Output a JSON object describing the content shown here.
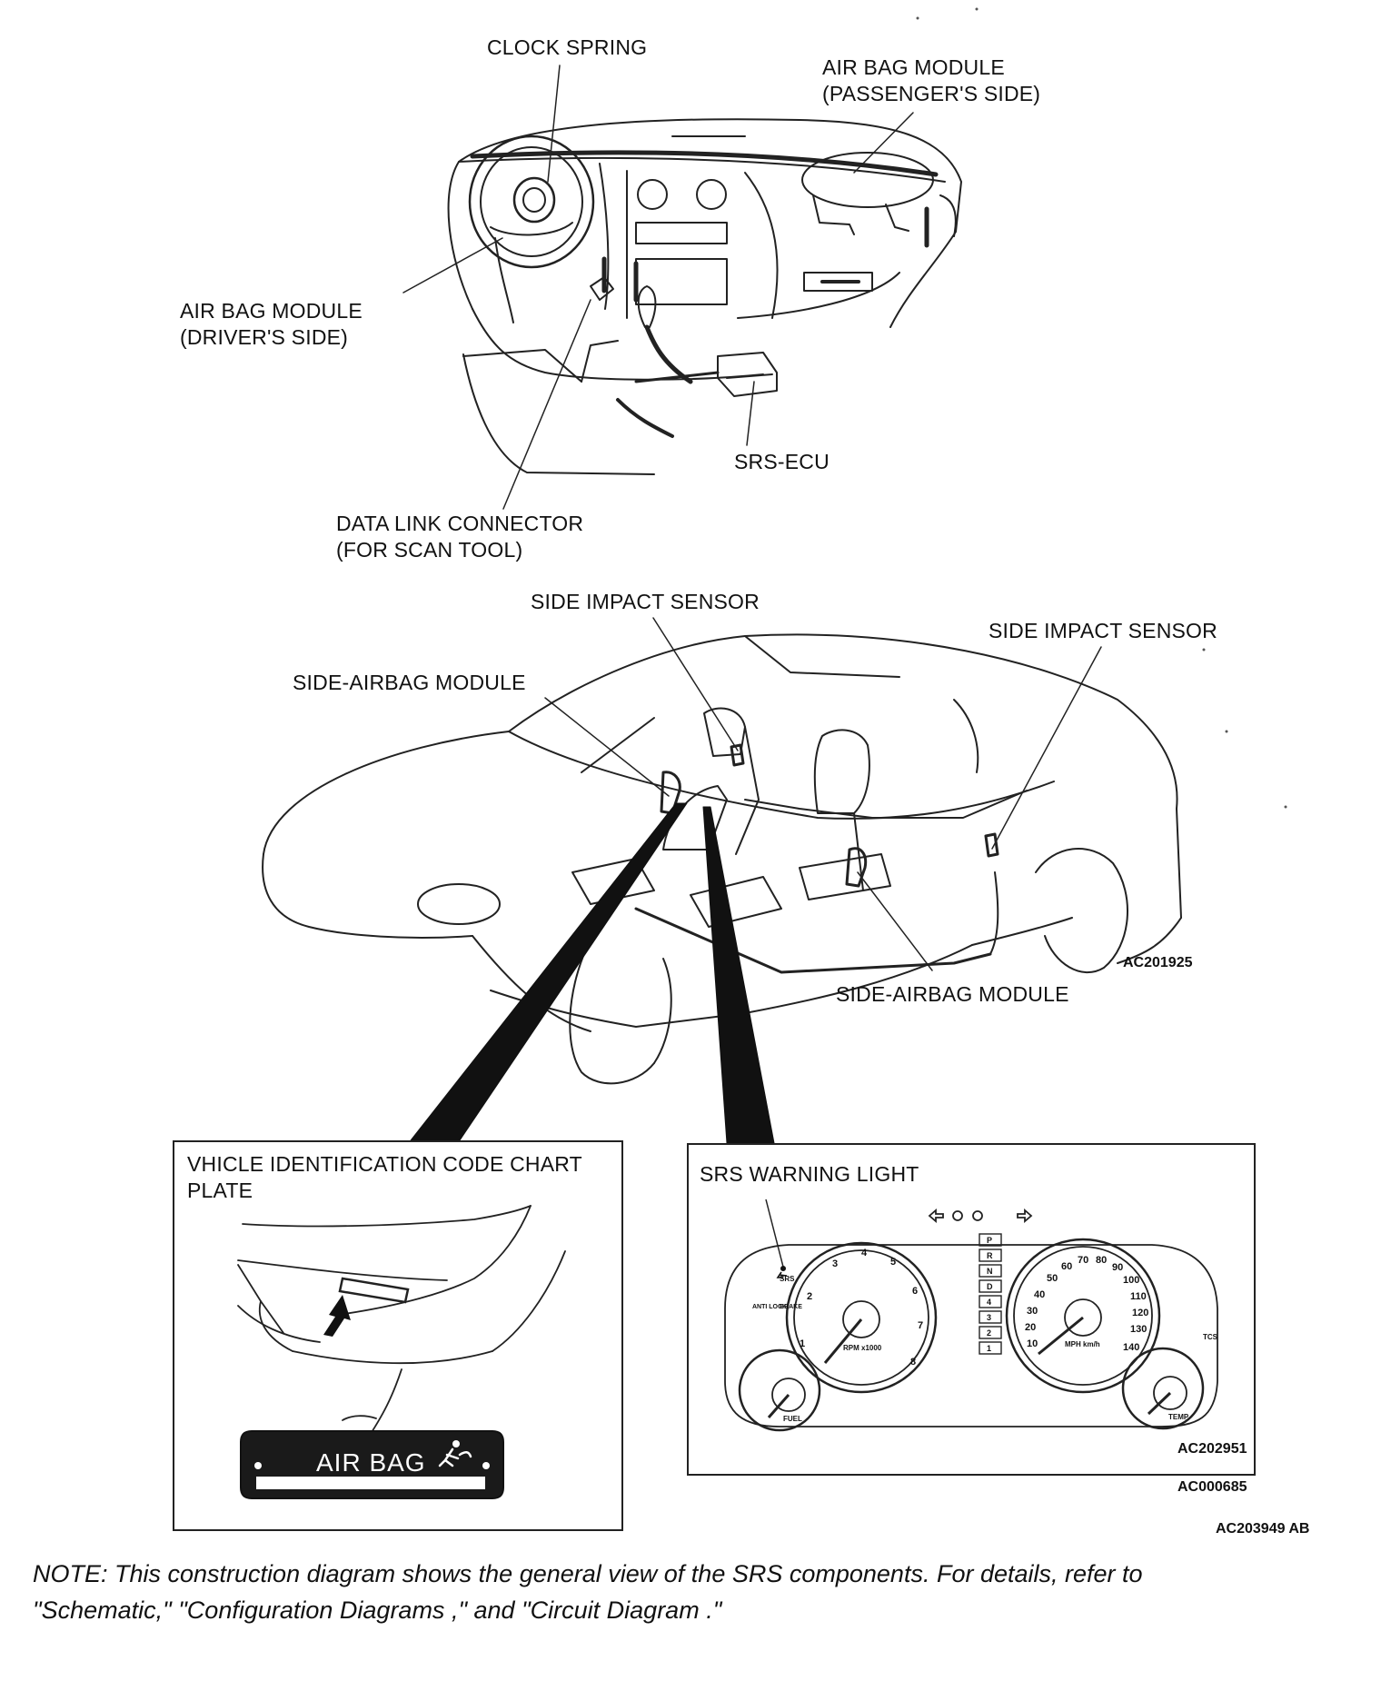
{
  "labels": {
    "clock_spring": "CLOCK SPRING",
    "airbag_passenger": "AIR BAG MODULE\n(PASSENGER'S SIDE)",
    "airbag_driver": "AIR BAG MODULE\n(DRIVER'S SIDE)",
    "srs_ecu": "SRS-ECU",
    "data_link": "DATA LINK CONNECTOR\n(FOR SCAN TOOL)",
    "side_impact_sensor_1": "SIDE IMPACT SENSOR",
    "side_impact_sensor_2": "SIDE IMPACT SENSOR",
    "side_airbag_module_1": "SIDE-AIRBAG MODULE",
    "side_airbag_module_2": "SIDE-AIRBAG MODULE"
  },
  "codes": {
    "car": "AC201925",
    "cluster": "AC202951",
    "panel": "AC000685",
    "figure": "AC203949 AB"
  },
  "insets": {
    "vin_title": "VHICLE IDENTIFICATION CODE CHART\nPLATE",
    "plate_text": "AIR BAG",
    "srs_title": "SRS WARNING LIGHT"
  },
  "gauges": {
    "tach_label": "RPM x1000",
    "speed_label": "MPH km/h",
    "fuel_label": "FUEL",
    "temp_label": "TEMP",
    "srs": "SRS",
    "brake": "BRAKE",
    "anti_lock": "ANTI LOCK",
    "tcs": "TCS",
    "tach_numbers": [
      "1",
      "2",
      "3",
      "4",
      "5",
      "6",
      "7",
      "8"
    ],
    "speed_numbers": [
      "10",
      "20",
      "30",
      "40",
      "50",
      "60",
      "70",
      "80",
      "90",
      "100",
      "110",
      "120",
      "130",
      "140"
    ],
    "gears": [
      "P",
      "R",
      "N",
      "D",
      "4",
      "3",
      "2",
      "1"
    ]
  },
  "note": "NOTE: This construction diagram shows the general view of the SRS components. For details, refer to\n\"Schematic,\" \"Configuration Diagrams ,\" and \"Circuit Diagram .\""
}
